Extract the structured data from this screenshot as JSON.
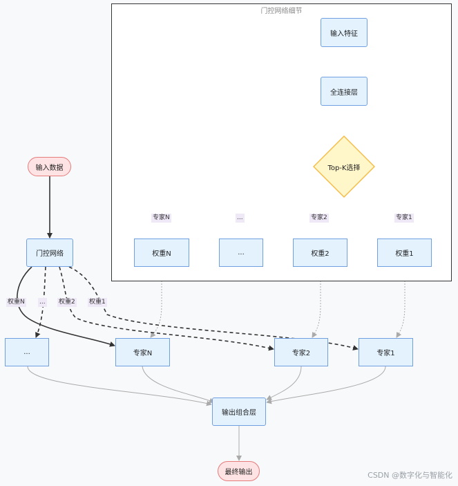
{
  "cluster": {
    "title": "门控网络细节"
  },
  "nodes": {
    "input_feature": "输入特征",
    "fully_connected": "全连接层",
    "topk_select": "Top-K选择",
    "weight_n": "权重N",
    "weight_dots": "...",
    "weight_2": "权重2",
    "weight_1": "权重1",
    "input_data": "输入数据",
    "gating_network": "门控网络",
    "expert_dots": "...",
    "expert_n": "专家N",
    "expert_2": "专家2",
    "expert_1": "专家1",
    "output_combine": "输出组合层",
    "final_output": "最终输出"
  },
  "edge_labels": {
    "cluster_expert_n": "专家N",
    "cluster_dots": "...",
    "cluster_expert_2": "专家2",
    "cluster_expert_1": "专家1",
    "gate_weight_n": "权重N",
    "gate_dots": "...",
    "gate_weight_2": "权重2",
    "gate_weight_1": "权重1"
  },
  "watermark": "CSDN @数字化与智能化",
  "colors": {
    "node_fill": "#e3f2fd",
    "node_border": "#6f9fe0",
    "terminal_fill": "#fde3e3",
    "terminal_border": "#e57b7b",
    "decision_fill": "#fff6c9",
    "decision_border": "#f4bc49",
    "edge_gray": "#aaaaaa",
    "edge_dark": "#333333"
  }
}
